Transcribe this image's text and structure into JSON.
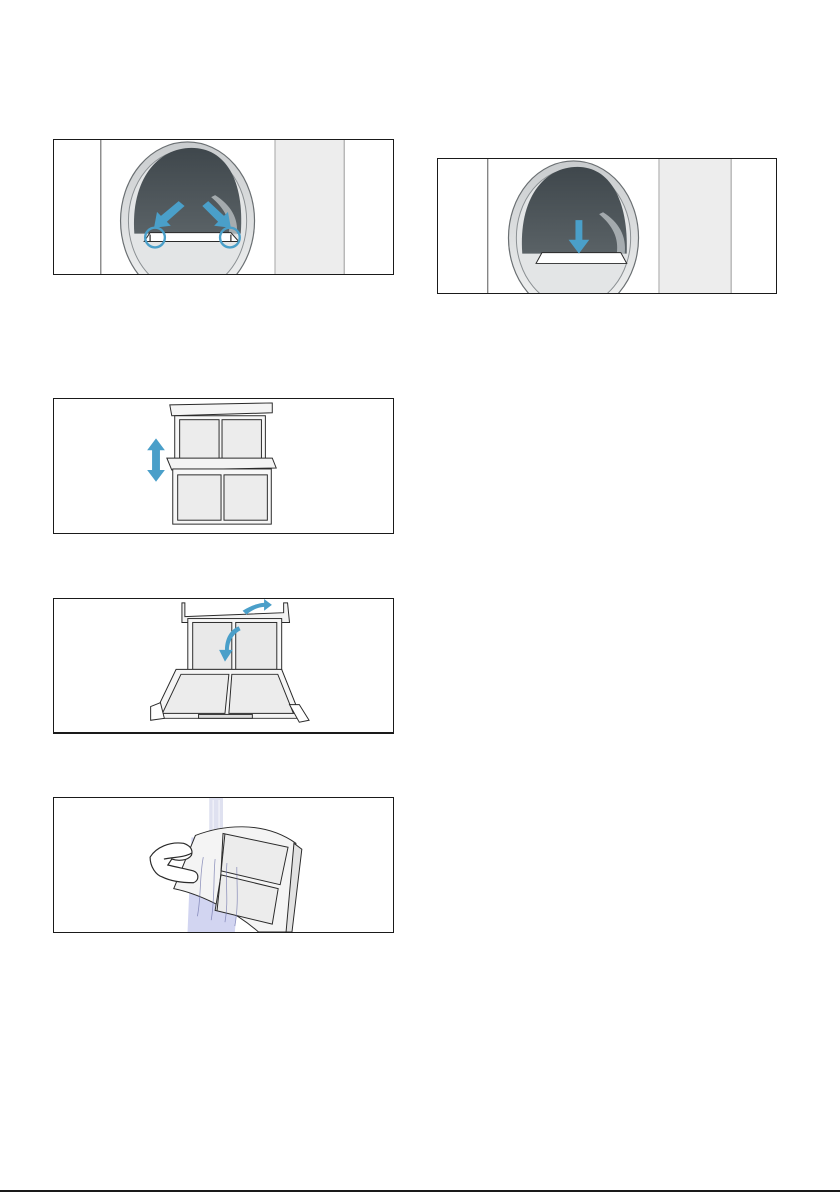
{
  "figures": [
    {
      "id": "fig1",
      "icon": "dryer-door-filter-release-icon"
    },
    {
      "id": "fig2",
      "icon": "dryer-door-filter-insert-icon"
    },
    {
      "id": "fig3",
      "icon": "fluff-filter-separate-icon"
    },
    {
      "id": "fig4",
      "icon": "fluff-filter-open-icon"
    },
    {
      "id": "fig5",
      "icon": "fluff-filter-rinse-icon"
    }
  ],
  "colors": {
    "arrow": "#4a9fc9",
    "drum": "#4a5257",
    "panel": "#ececec",
    "line": "#2a2a2a",
    "water": "#c7cbee"
  }
}
